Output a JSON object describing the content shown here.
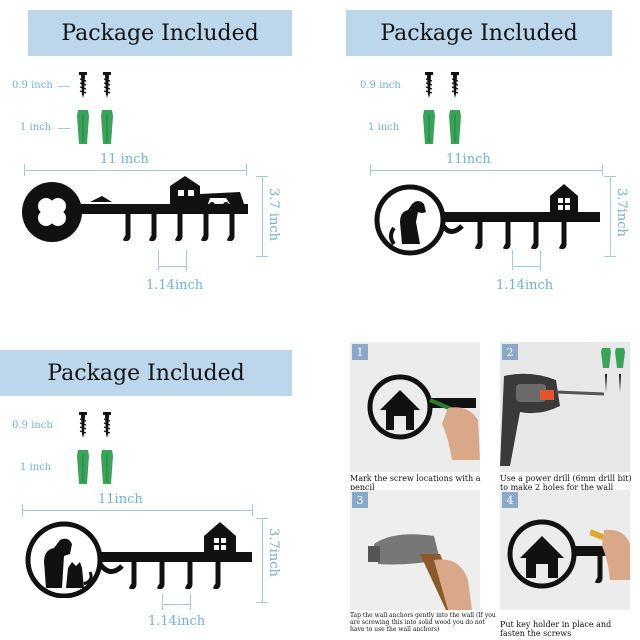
{
  "panels": [
    {
      "title": "Package Included",
      "screw_length": "0.9 inch",
      "anchor_length": "1 inch",
      "width": "11 inch",
      "height": "3.7 inch",
      "hook_spacing": "1.14inch"
    },
    {
      "title": "Package Included",
      "screw_length": "0.9 inch",
      "anchor_length": "1 inch",
      "width": "11inch",
      "height": "3.7inch",
      "hook_spacing": "1.14inch"
    },
    {
      "title": "Package Included",
      "screw_length": "0.9 inch",
      "anchor_length": "1 inch",
      "width": "11inch",
      "height": "3.7inch",
      "hook_spacing": "1.14inch"
    }
  ],
  "steps": [
    {
      "number": "1",
      "caption": "Mark the screw locations with a pencil"
    },
    {
      "number": "2",
      "caption": "Use a power drill    (6mm drill bit) to make 2 holes for the wall anchors"
    },
    {
      "number": "3",
      "caption": "Tap the wall anchors gently into the wall (If you are screwing this into solid wood you do not have to use the wall anchors)"
    },
    {
      "number": "4",
      "caption": "Put key holder in place and fasten the screws"
    }
  ],
  "colors": {
    "banner": "#bcd6ec",
    "dimension": "#6fb1da",
    "anchor": "#3aa35a",
    "metal": "#111111"
  }
}
